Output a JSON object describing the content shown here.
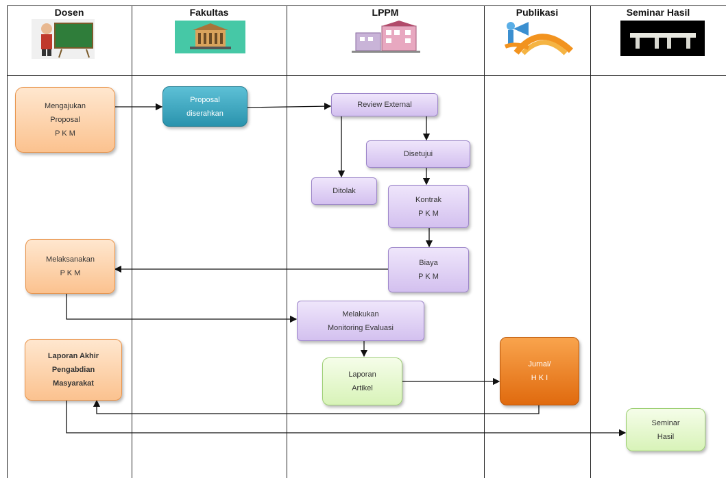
{
  "columns": [
    "Dosen",
    "Fakultas",
    "LPPM",
    "Publikasi",
    "Seminar Hasil"
  ],
  "nodes": {
    "mengajukan": [
      "Mengajukan",
      "Proposal",
      "P K M"
    ],
    "proposal": [
      "Proposal",
      "diserahkan"
    ],
    "review": [
      "Review External"
    ],
    "disetujui": [
      "Disetujui"
    ],
    "ditolak": [
      "Ditolak"
    ],
    "kontrak": [
      "Kontrak",
      "P K M"
    ],
    "biaya": [
      "Biaya",
      "P K M"
    ],
    "melaksanakan": [
      "Melaksanakan",
      "P K M"
    ],
    "monitoring": [
      "Melakukan",
      "Monitoring Evaluasi"
    ],
    "laporan_akhir": [
      "Laporan Akhir",
      "Pengabdian",
      "Masyarakat"
    ],
    "laporan_artikel": [
      "Laporan",
      "Artikel"
    ],
    "jurnal": [
      "Jurnal/",
      "H K I"
    ],
    "seminar": [
      "Seminar",
      "Hasil"
    ]
  }
}
